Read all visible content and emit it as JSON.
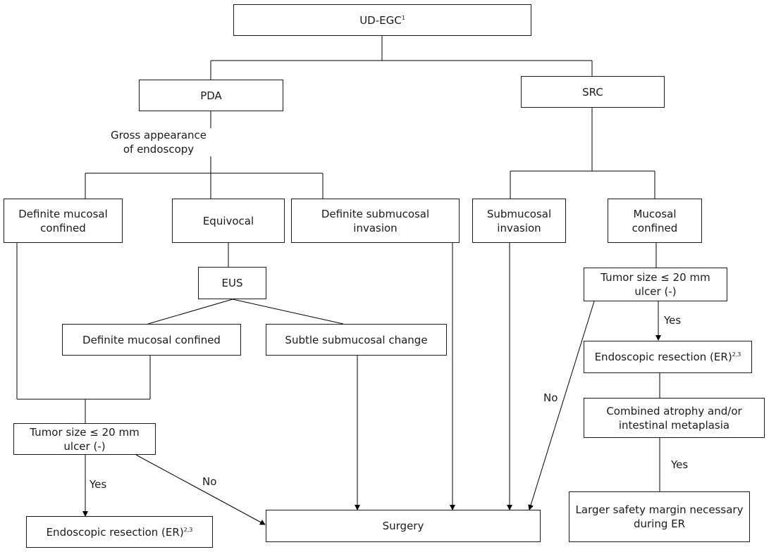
{
  "nodes": {
    "root": {
      "text": "UD-EGC",
      "sup": "1"
    },
    "pda": {
      "text": "PDA"
    },
    "src": {
      "text": "SRC"
    },
    "def_mucosal": {
      "line1": "Definite mucosal",
      "line2": "confined"
    },
    "equivocal": {
      "text": "Equivocal"
    },
    "def_submucosal": {
      "line1": "Definite submucosal",
      "line2": "invasion"
    },
    "submucosal_inv": {
      "line1": "Submucosal",
      "line2": "invasion"
    },
    "mucosal_conf": {
      "line1": "Mucosal",
      "line2": "confined"
    },
    "eus": {
      "text": "EUS"
    },
    "def_mucosal_conf": {
      "text": "Definite mucosal confined"
    },
    "subtle_change": {
      "text": "Subtle submucosal change"
    },
    "tumor_left": {
      "line1": "Tumor size ≤ 20 mm",
      "line2": "ulcer (-)"
    },
    "tumor_right": {
      "line1": "Tumor size ≤ 20 mm",
      "line2": "ulcer (-)"
    },
    "er_left": {
      "text": "Endoscopic resection (ER)",
      "sup": "2,3"
    },
    "er_right": {
      "text": "Endoscopic resection (ER)",
      "sup": "2,3"
    },
    "surgery": {
      "text": "Surgery"
    },
    "atrophy": {
      "line1": "Combined atrophy and/or",
      "line2": "intestinal metaplasia"
    },
    "margin": {
      "line1": "Larger safety margin necessary",
      "line2": "during ER"
    }
  },
  "labels": {
    "gross": {
      "line1": "Gross appearance",
      "line2": "of endoscopy"
    },
    "yes_left": "Yes",
    "no_left": "No",
    "yes_right1": "Yes",
    "no_right": "No",
    "yes_right2": "Yes"
  }
}
